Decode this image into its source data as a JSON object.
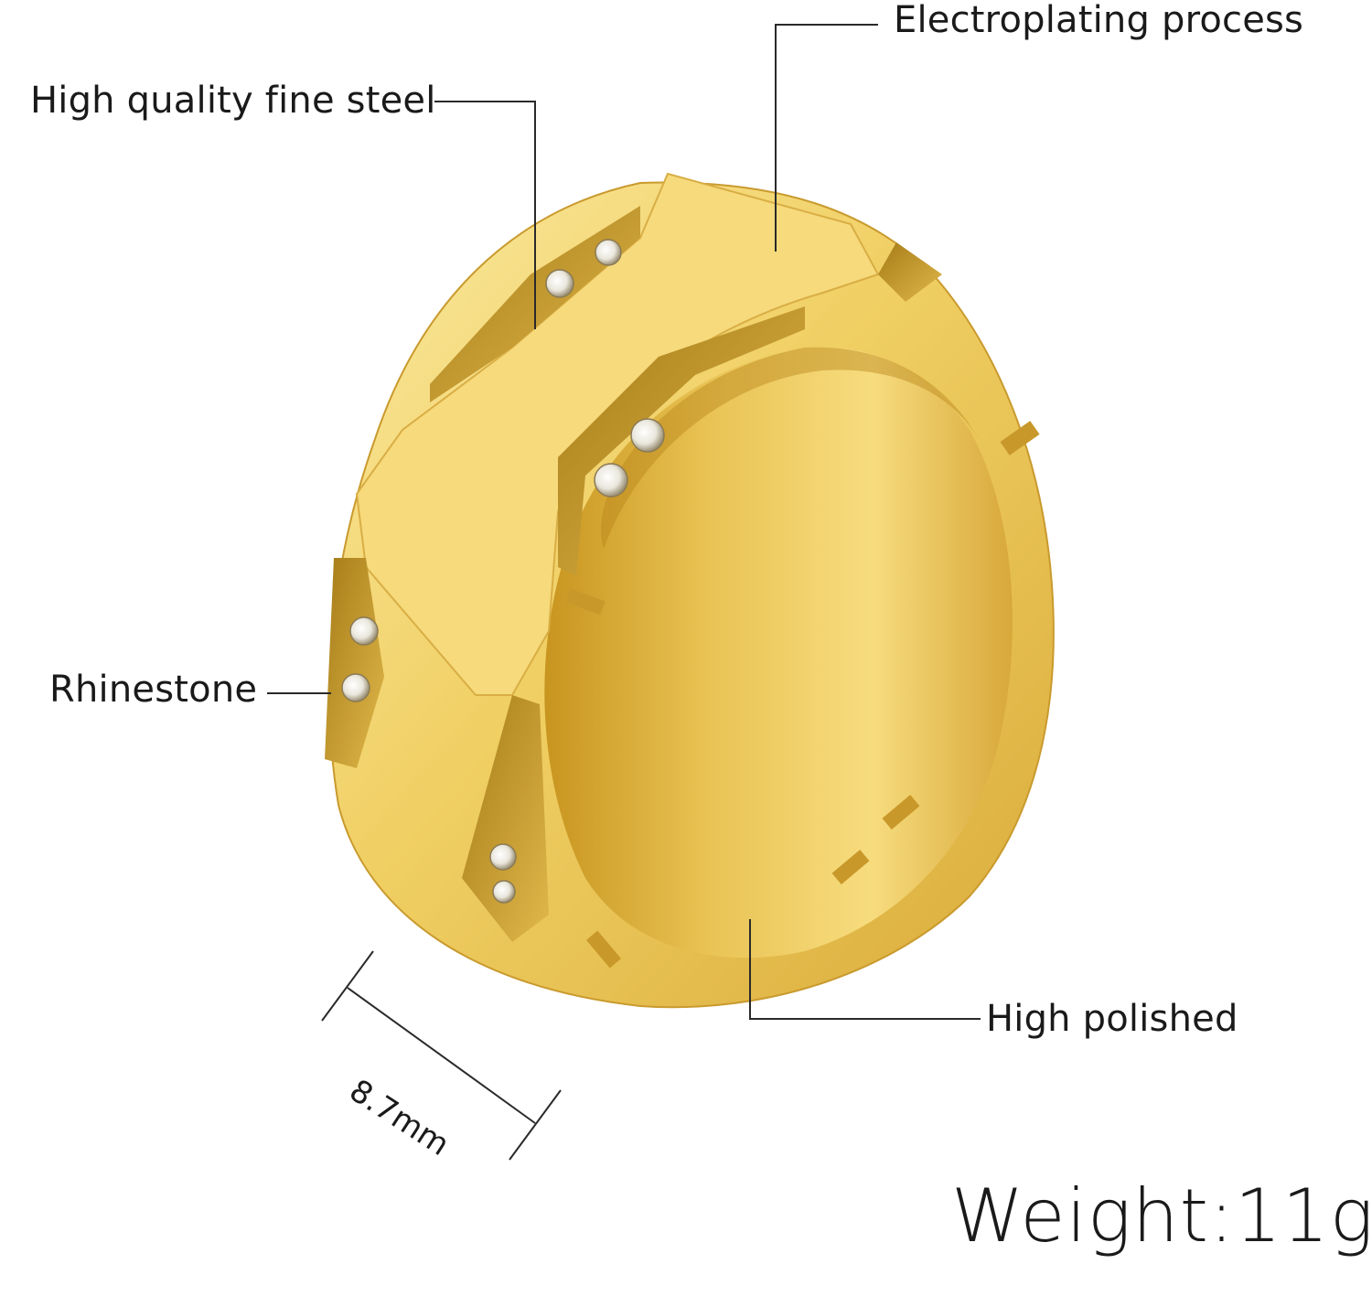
{
  "callouts": {
    "steel": "High quality fine steel",
    "electroplating": "Electroplating process",
    "rhinestone": "Rhinestone",
    "polished": "High polished"
  },
  "dimension": "8.7mm",
  "weight": "Weight:11g",
  "colors": {
    "gold_light": "#f7df86",
    "gold_mid": "#e8c14f",
    "gold_dark": "#b98a1e",
    "background": "#ffffff"
  }
}
